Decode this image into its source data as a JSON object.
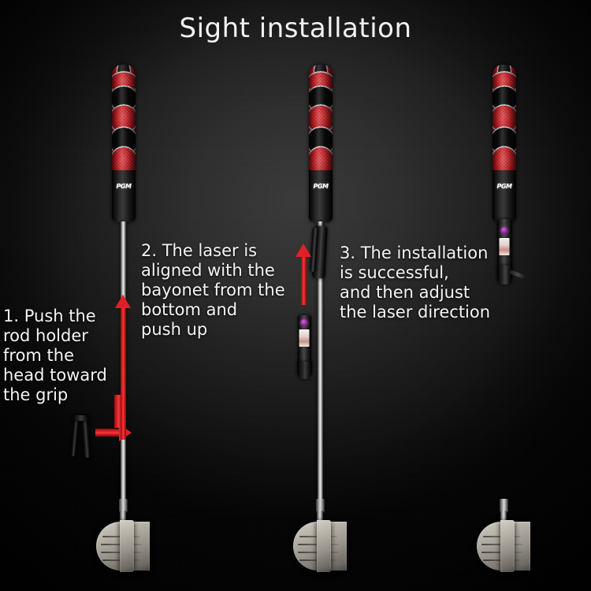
{
  "title": "Sight installation",
  "background": {
    "center_color": "#3a3a3a",
    "edge_color": "#060606"
  },
  "accent_color": "#e02026",
  "product": {
    "grip_brand": "PGM",
    "grip_colors": [
      "#d5202a",
      "#0b0b0b",
      "#e6e6e6"
    ],
    "shaft_color": "#e8e8e8",
    "head_color": "#b7b2a8",
    "laser_lens_color": "#9b2fa6"
  },
  "steps": [
    {
      "number": "1",
      "text": "1. Push the\nrod holder\nfrom the\nhead toward\nthe grip",
      "arrow": "right-and-up"
    },
    {
      "number": "2",
      "text": "2. The laser is\naligned with the\nbayonet from the\nbottom and\npush up",
      "arrow": "up"
    },
    {
      "number": "3",
      "text": "3. The installation\nis successful,\nand then adjust\nthe laser direction",
      "arrow": "none"
    }
  ]
}
